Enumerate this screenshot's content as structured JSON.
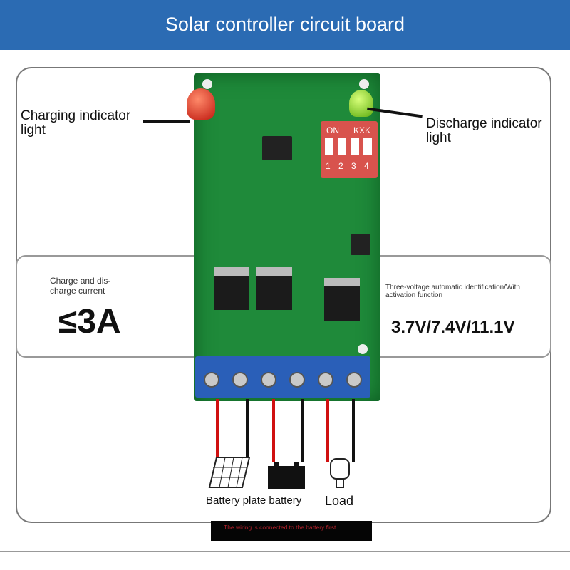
{
  "title": "Solar controller circuit board",
  "callouts": {
    "charging_indicator": "Charging indicator light",
    "discharge_indicator": "Discharge indicator light"
  },
  "current": {
    "caption": "Charge and dis-charge current",
    "value": "≤3A"
  },
  "voltage": {
    "caption": "Three-voltage automatic identification/With activation function",
    "value": "3.7V/7.4V/11.1V"
  },
  "dip_switch": {
    "on": "ON",
    "brand": "KXK",
    "positions": [
      "1",
      "2",
      "3",
      "4"
    ]
  },
  "wiring_labels": {
    "panel_battery": "Battery plate battery",
    "load": "Load"
  },
  "note": "The wiring is connected to the battery first.",
  "colors": {
    "header": "#2b6bb3",
    "pcb": "#1f8a3a",
    "terminal": "#2a5fb8"
  }
}
